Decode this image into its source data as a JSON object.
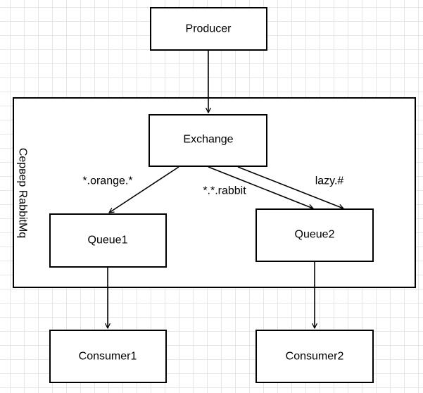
{
  "diagram": {
    "nodes": {
      "producer": "Producer",
      "exchange": "Exchange",
      "queue1": "Queue1",
      "queue2": "Queue2",
      "consumer1": "Consumer1",
      "consumer2": "Consumer2"
    },
    "container": {
      "label": "Сервер RabbitMq"
    },
    "edges": {
      "exchange_queue1": "*.orange.*",
      "exchange_queue2_a": "*.*.rabbit",
      "exchange_queue2_b": "lazy.#"
    }
  }
}
